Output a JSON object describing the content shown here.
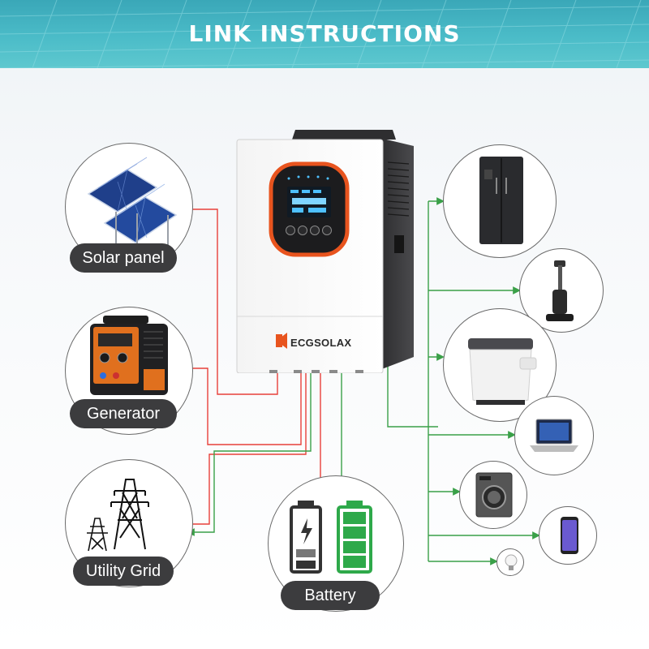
{
  "banner": {
    "title": "LINK INSTRUCTIONS"
  },
  "inverter": {
    "brand": "ECGSOLAX"
  },
  "sources": [
    {
      "label": "Solar panel",
      "icon": "solar-panel-icon"
    },
    {
      "label": "Generator",
      "icon": "generator-icon"
    },
    {
      "label": "Utility Grid",
      "icon": "power-tower-icon"
    }
  ],
  "storage": {
    "label": "Battery",
    "icon": "battery-icon"
  },
  "loads": [
    {
      "icon": "refrigerator-icon"
    },
    {
      "icon": "vacuum-cleaner-icon"
    },
    {
      "icon": "air-fryer-icon"
    },
    {
      "icon": "laptop-icon"
    },
    {
      "icon": "washing-machine-icon"
    },
    {
      "icon": "smartphone-icon"
    },
    {
      "icon": "light-bulb-icon"
    }
  ],
  "colors": {
    "banner": "#4bbcc8",
    "input_wire": "#e8403a",
    "output_wire": "#3aa048",
    "label_pill": "#3c3c3e",
    "inverter_accent": "#e8541e"
  }
}
